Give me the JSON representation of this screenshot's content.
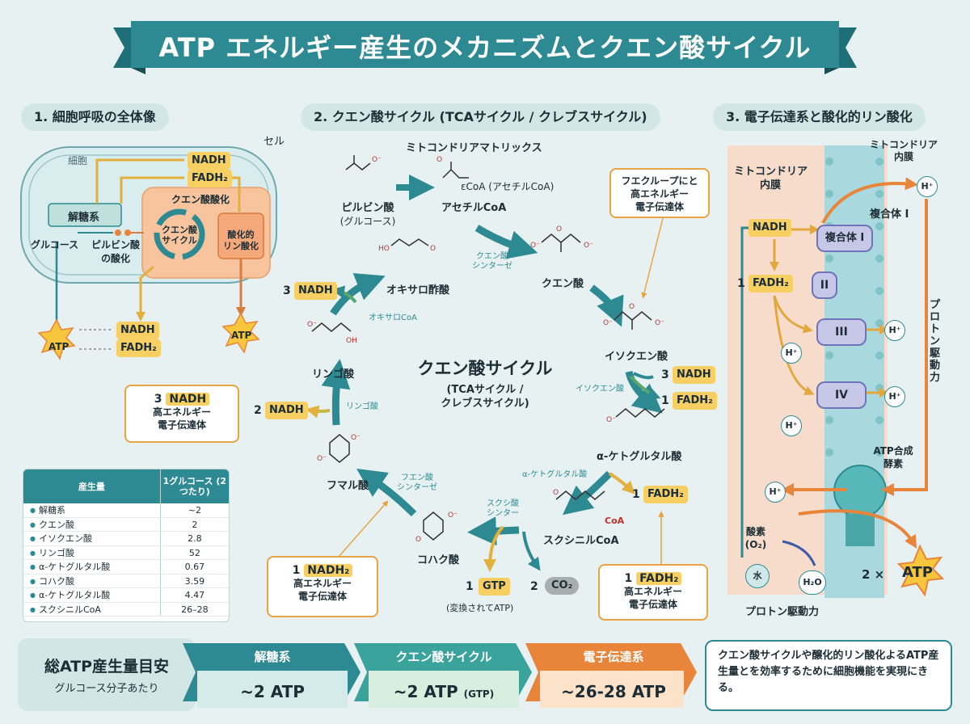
{
  "title": "ATP エネルギー産生のメカニズムとクエン酸サイクル",
  "sections": {
    "s1": "1. 細胞呼吸の全体像",
    "s2": "2. クエン酸サイクル (TCAサイクル / クレブスサイクル)",
    "s3": "3. 電子伝達系と酸化的リン酸化"
  },
  "panel1": {
    "cell_label": "セル",
    "cell_inner": "細胞",
    "glycolysis": "解糖系",
    "glucose": "グルコース",
    "pyruvate_ox_1": "ピルビン酸",
    "pyruvate_ox_2": "の酸化",
    "citric_ox": "クエン酸酸化",
    "cycle_1": "クエン酸",
    "cycle_2": "サイクル",
    "oxphos_1": "酸化的",
    "oxphos_2": "リン酸化",
    "nadh": "NADH",
    "fadh2": "FADH₂",
    "atp_left": "ATP",
    "atp_right": "ATP",
    "mid_nadh": "NADH",
    "mid_fadh2": "FADH₂"
  },
  "panel2": {
    "matrix": "ミトコンドリアマトリックス",
    "pyruvate": "ピルビン酸",
    "pyruvate_sub": "(グルコース)",
    "acetyl": "アセチルCoA",
    "acetyl_sub": "εCoA (アセチルCoA)",
    "oxalo": "オキサロ酢酸",
    "citrate": "クエン酸",
    "citrate_synth_1": "クエン酸",
    "citrate_synth_2": "シンターゼ",
    "isocitrate": "イソクエン酸",
    "isocitrate_enz": "イソクエン酸",
    "akg": "α-ケトグルタル酸",
    "akg_enz": "α-ケトグルタル酸",
    "succinyl": "スクシニルCoA",
    "succinyl_enz_1": "スクシ酸",
    "succinyl_enz_2": "シンター",
    "succinate": "コハク酸",
    "fumarate": "フマル酸",
    "fumarase_1": "フエン酸",
    "fumarase_2": "シンターゼ",
    "malate": "リンゴ酸",
    "malate_enz": "リンゴ酸",
    "oxalo_enz": "オキサロCoA",
    "center_title": "クエン酸サイクル",
    "center_sub1": "(TCAサイクル /",
    "center_sub2": "クレブスサイクル)",
    "coa_label": "CoA",
    "nadh_3": "3",
    "nadh_label": "NADH",
    "iso_3": "3",
    "iso_nadh": "NADH",
    "iso_1": "1",
    "iso_fadh2": "FADH₂",
    "akg_1": "1",
    "akg_fadh2": "FADH₂",
    "malate_2": "2",
    "malate_nadh": "NADH",
    "gtp_1": "1",
    "gtp": "GTP",
    "gtp_sub": "(変換されてATP)",
    "co2_2": "2",
    "co2": "CO₂",
    "callout_top_1": "フエクループにと",
    "callout_top_2": "高エネルギー",
    "callout_top_3": "電子伝達体",
    "callout_left_n": "3",
    "callout_left_t": "NADH",
    "callout_left_2": "高エネルギー",
    "callout_left_3": "電子伝達体",
    "callout_bl_n": "1",
    "callout_bl_t": "NADH₂",
    "callout_bl_2": "高エネルギー",
    "callout_bl_3": "電子伝達体",
    "callout_br_n": "1",
    "callout_br_t": "FADH₂",
    "callout_br_2": "高エネルギー",
    "callout_br_3": "電子伝達体"
  },
  "panel3": {
    "matrix_1": "ミトコンドリア",
    "matrix_2": "内膜",
    "membrane_1": "ミトコンドリア",
    "membrane_2": "内膜",
    "nadh": "NADH",
    "fadh2_n": "1",
    "fadh2": "FADH₂",
    "complex1": "複合体 I",
    "complex1_label": "複合体 I",
    "complex2": "II",
    "complex3": "III",
    "complex4": "IV",
    "hplus": "H⁺",
    "proton_force_v": "プロトン駆動力",
    "atp_synthase_1": "ATP合成",
    "atp_synthase_2": "酵素",
    "oxygen_1": "酸素",
    "oxygen_2": "(O₂)",
    "water": "水",
    "h2o": "H₂O",
    "proton_force": "プロトン駆動力",
    "atp_mult": "2 ×",
    "atp": "ATP"
  },
  "yield_table": {
    "header_1": "産生量",
    "header_2": "1グルコース (2つたり)",
    "rows": [
      {
        "name": "解糖系",
        "value": "~2"
      },
      {
        "name": "クエン酸",
        "value": "2"
      },
      {
        "name": "イソクエン酸",
        "value": "2.8"
      },
      {
        "name": "リンゴ酸",
        "value": "52"
      },
      {
        "name": "α-ケトグルタル酸",
        "value": "0.67"
      },
      {
        "name": "コハク酸",
        "value": "3.59"
      },
      {
        "name": "α-ケトグルタル酸",
        "value": "4.47"
      },
      {
        "name": "スクシニルCoA",
        "value": "26–28"
      }
    ]
  },
  "bottom": {
    "total_title": "総ATP産生量目安",
    "total_sub": "グルコース分子あたり",
    "stages": [
      {
        "name": "解糖系",
        "value": "~2 ATP",
        "color": "#2d8a93"
      },
      {
        "name": "クエン酸サイクル",
        "value": "~2 ATP",
        "suffix": "(GTP)",
        "color": "#3aa39b"
      },
      {
        "name": "電子伝達系",
        "value": "~26-28 ATP",
        "color": "#e8853a"
      }
    ],
    "note": "クエン酸サイクルや醸化的リン酸化よるATP産生量とを効率するために細胞機能を実現にきる。"
  },
  "colors": {
    "teal": "#2d8a93",
    "orange": "#e8853a",
    "yellow": "#f7cf63",
    "bg": "#e7f1f2"
  }
}
